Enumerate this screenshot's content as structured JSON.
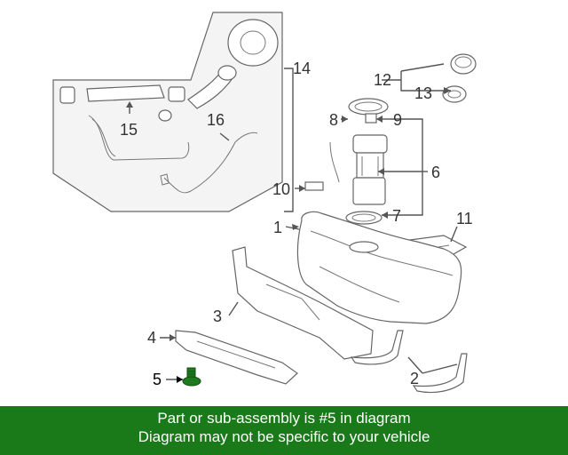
{
  "diagram": {
    "callouts": [
      "1",
      "2",
      "3",
      "4",
      "5",
      "6",
      "7",
      "8",
      "9",
      "10",
      "11",
      "12",
      "13",
      "14",
      "15",
      "16"
    ],
    "highlighted_part": "5",
    "colors": {
      "line": "#555555",
      "highlight_part": "#1f7a1f",
      "banner": "#1a7a1a",
      "banner_text": "#ffffff"
    }
  },
  "banner": {
    "line1": "Part or sub-assembly is #5 in diagram",
    "line2": "Diagram may not be specific to your vehicle"
  }
}
